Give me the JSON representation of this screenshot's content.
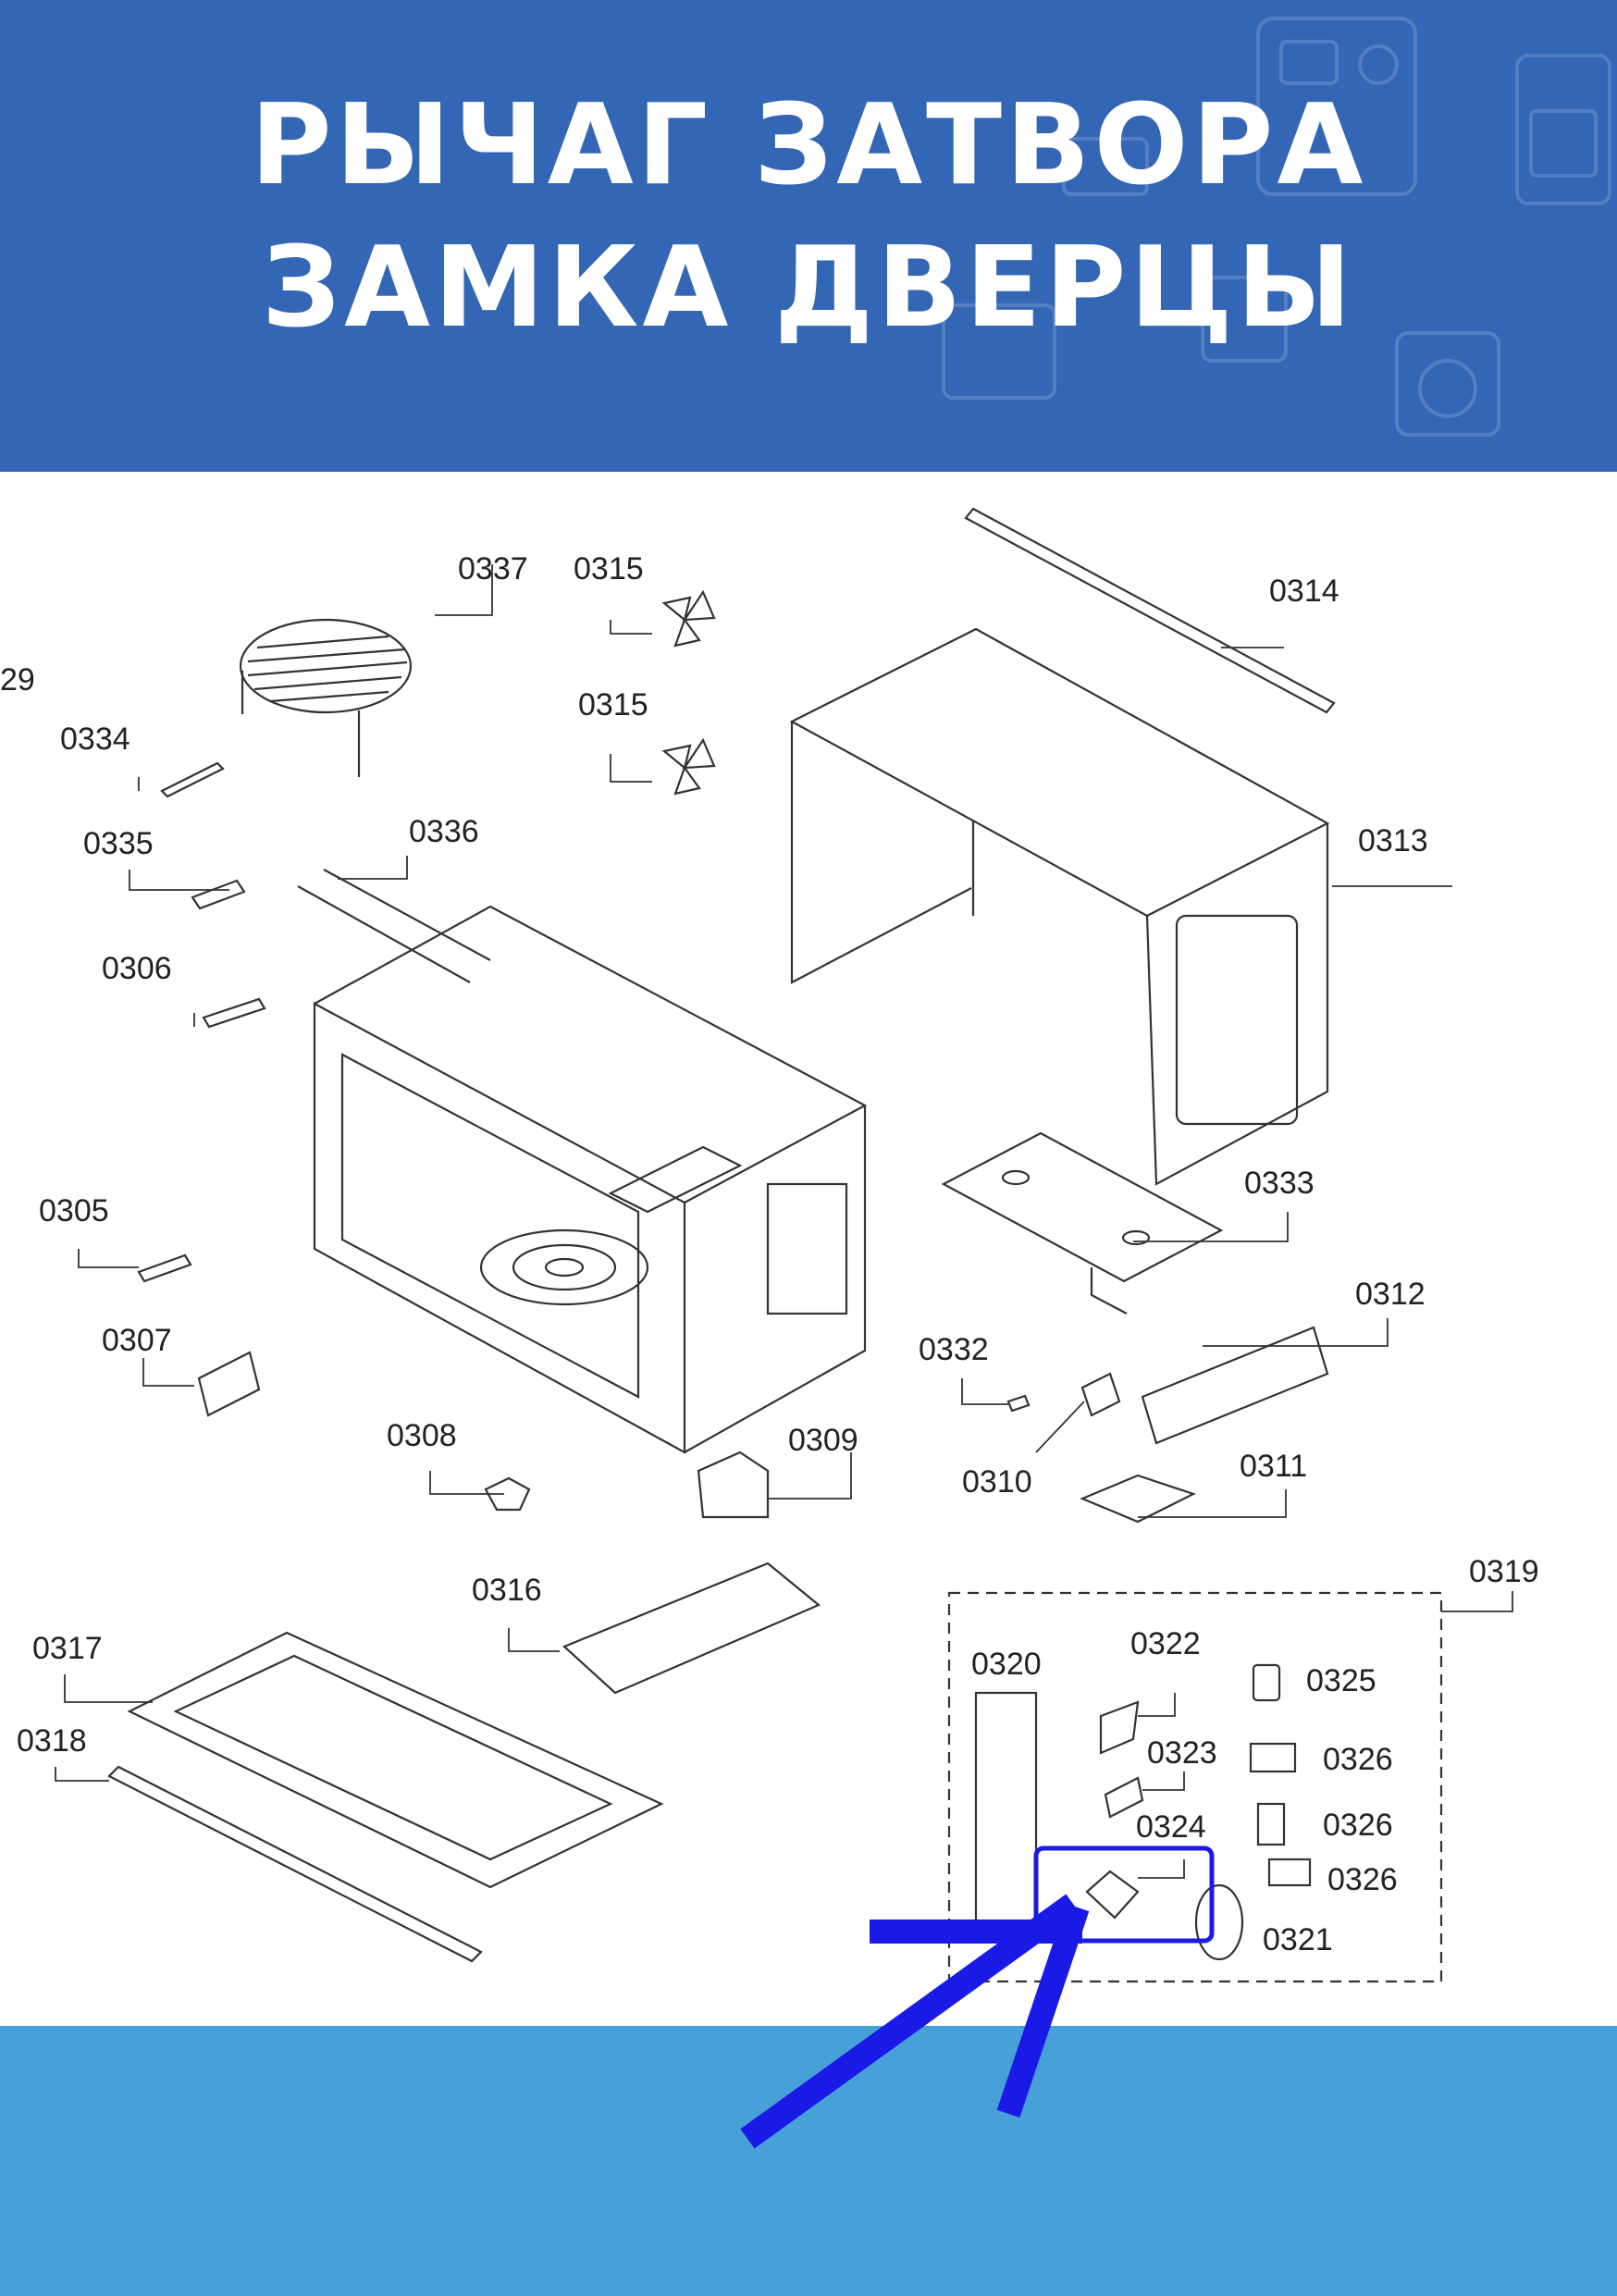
{
  "header": {
    "title_line_1": "РЫЧАГ ЗАТВОРА",
    "title_line_2": "ЗАМКА ДВЕРЦЫ",
    "background_color": "#3366b4",
    "text_color": "#ffffff"
  },
  "diagram": {
    "labels": [
      {
        "id": "cut",
        "text": "29"
      },
      {
        "id": "0337",
        "text": "0337"
      },
      {
        "id": "0315a",
        "text": "0315"
      },
      {
        "id": "0315b",
        "text": "0315"
      },
      {
        "id": "0314",
        "text": "0314"
      },
      {
        "id": "0334",
        "text": "0334"
      },
      {
        "id": "0335",
        "text": "0335"
      },
      {
        "id": "0336",
        "text": "0336"
      },
      {
        "id": "0313",
        "text": "0313"
      },
      {
        "id": "0306",
        "text": "0306"
      },
      {
        "id": "0305",
        "text": "0305"
      },
      {
        "id": "0333",
        "text": "0333"
      },
      {
        "id": "0307",
        "text": "0307"
      },
      {
        "id": "0312",
        "text": "0312"
      },
      {
        "id": "0332",
        "text": "0332"
      },
      {
        "id": "0308",
        "text": "0308"
      },
      {
        "id": "0309",
        "text": "0309"
      },
      {
        "id": "0310",
        "text": "0310"
      },
      {
        "id": "0311",
        "text": "0311"
      },
      {
        "id": "0316",
        "text": "0316"
      },
      {
        "id": "0319",
        "text": "0319"
      },
      {
        "id": "0317",
        "text": "0317"
      },
      {
        "id": "0320",
        "text": "0320"
      },
      {
        "id": "0322",
        "text": "0322"
      },
      {
        "id": "0325",
        "text": "0325"
      },
      {
        "id": "0318",
        "text": "0318"
      },
      {
        "id": "0323",
        "text": "0323"
      },
      {
        "id": "0326a",
        "text": "0326"
      },
      {
        "id": "0326b",
        "text": "0326"
      },
      {
        "id": "0324",
        "text": "0324"
      },
      {
        "id": "0326c",
        "text": "0326"
      },
      {
        "id": "0321",
        "text": "0321"
      }
    ],
    "highlighted_part": "0324",
    "highlight_color": "#1a1ae6"
  },
  "footer": {
    "background_color": "#48a0d8"
  }
}
